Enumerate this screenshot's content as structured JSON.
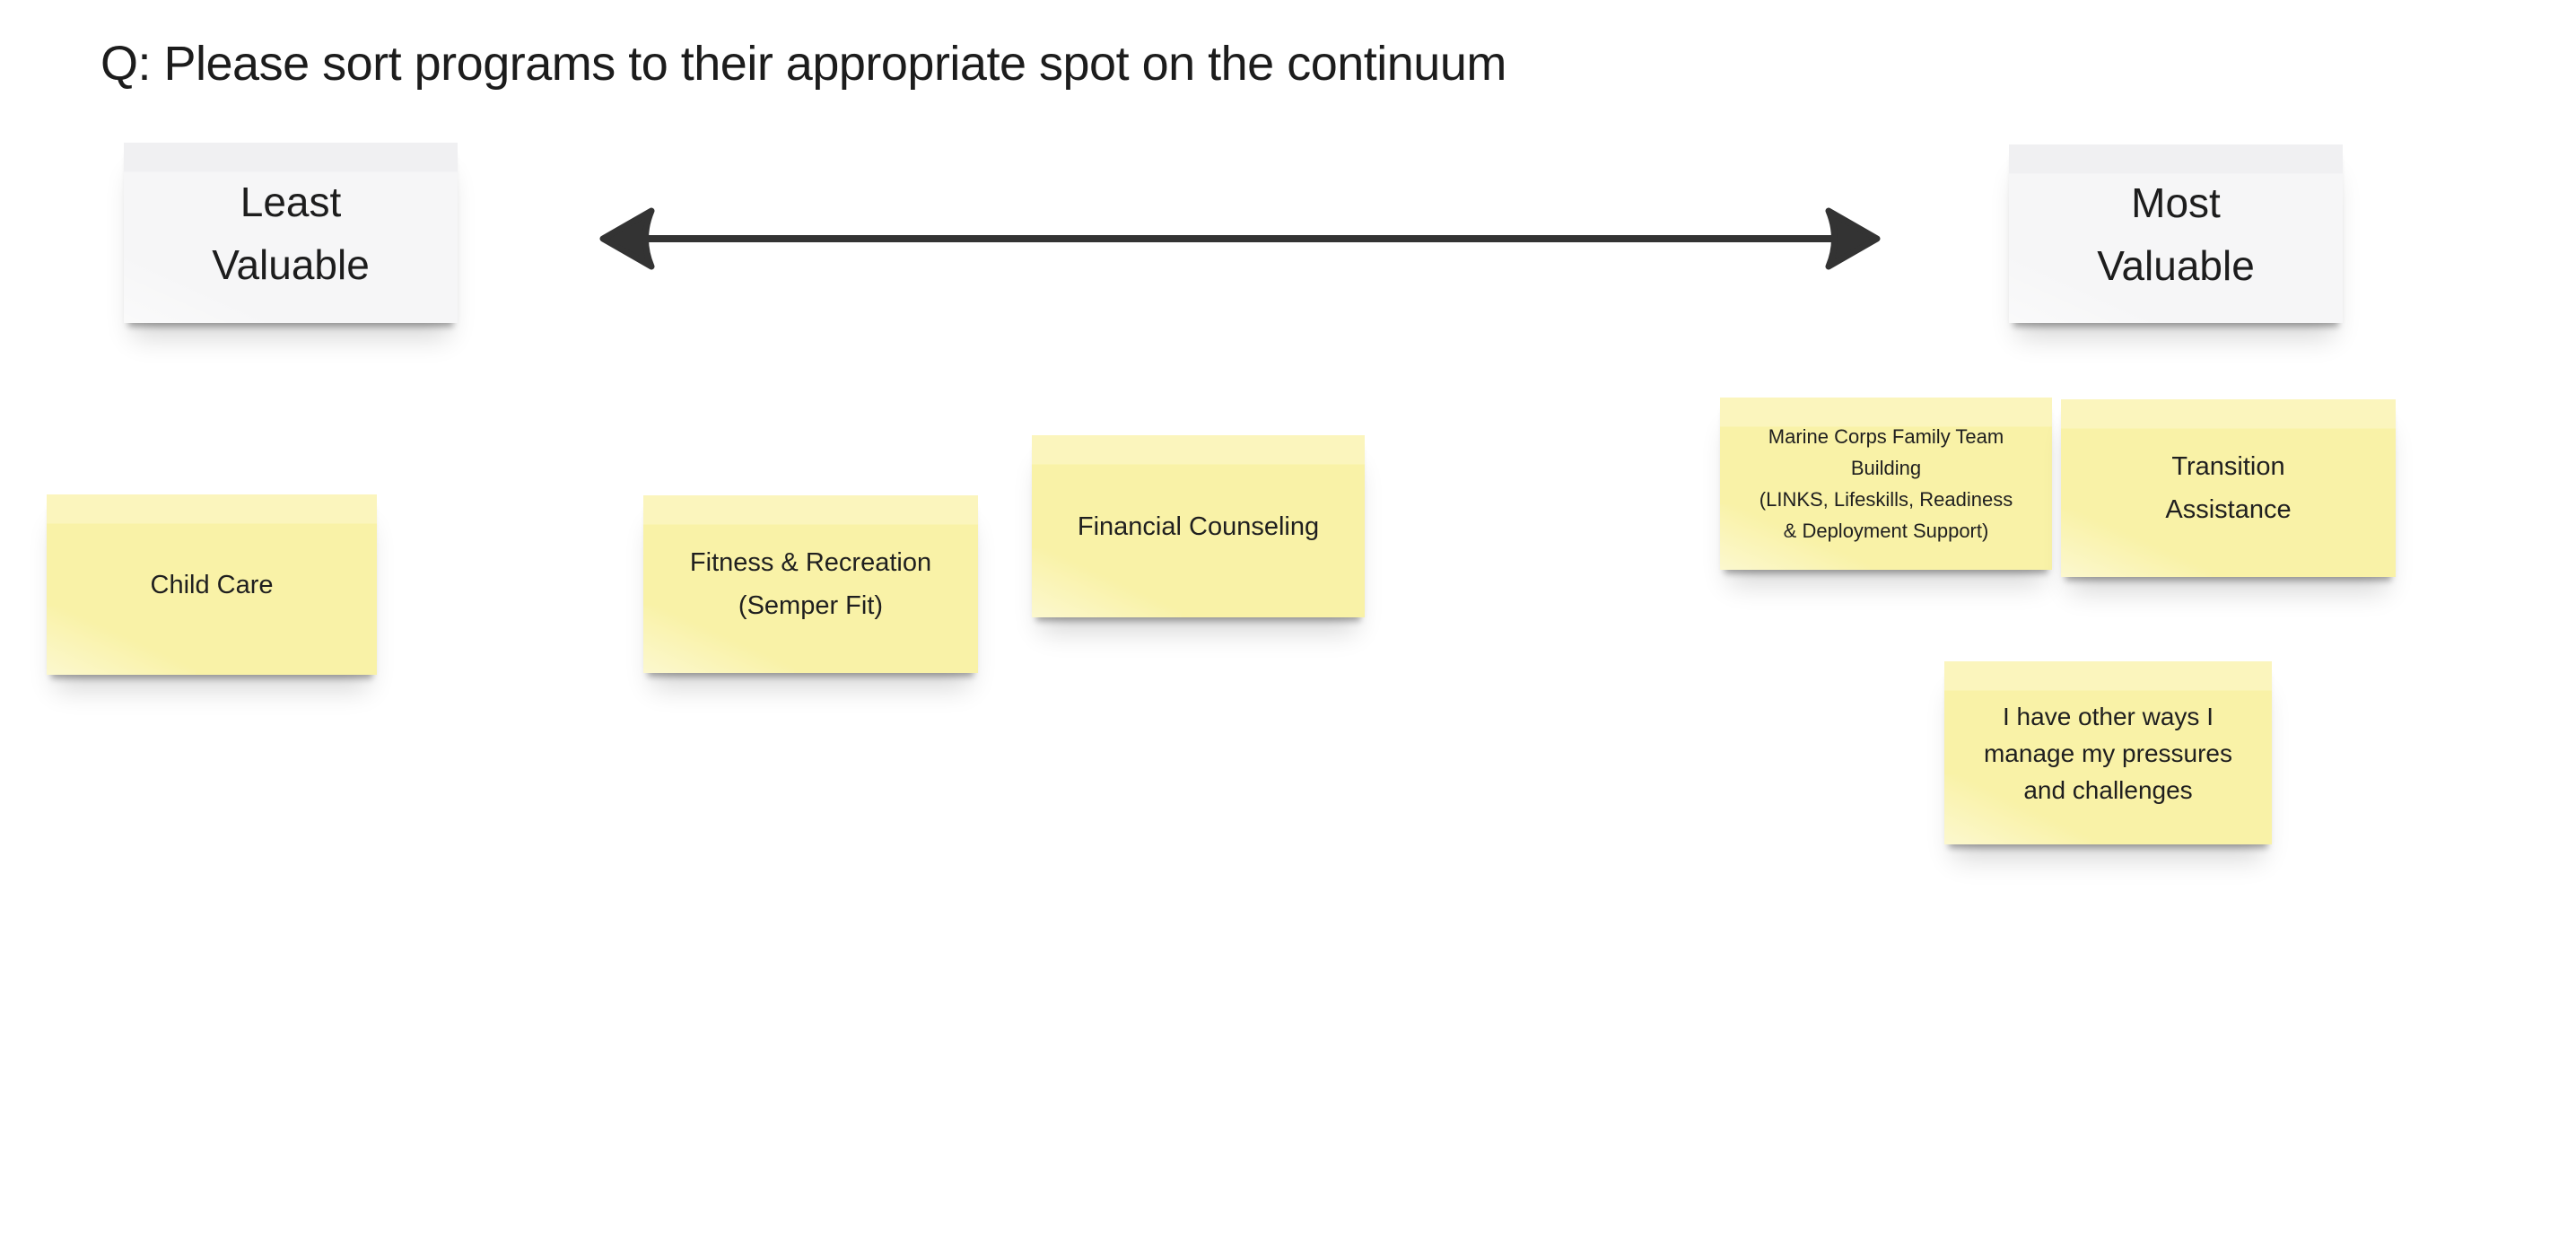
{
  "board": {
    "title": "Q: Please sort programs to their appropriate spot on the continuum"
  },
  "continuum": {
    "left_anchor": {
      "lines": [
        "Least",
        "Valuable"
      ]
    },
    "right_anchor": {
      "lines": [
        "Most",
        "Valuable"
      ]
    },
    "arrow": {
      "style": "double-headed",
      "color": "#333333"
    }
  },
  "notes": {
    "child_care": {
      "lines": [
        "Child Care"
      ]
    },
    "fitness_recreation": {
      "lines": [
        "Fitness & Recreation",
        "(Semper Fit)"
      ]
    },
    "financial_counseling": {
      "lines": [
        "Financial Counseling"
      ]
    },
    "marine_corps_family_team_building": {
      "lines": [
        "Marine Corps Family Team",
        "Building",
        "(LINKS, Lifeskills, Readiness",
        "& Deployment Support)"
      ]
    },
    "transition_assistance": {
      "lines": [
        "Transition",
        "Assistance"
      ]
    },
    "other_ways": {
      "lines": [
        "I have other ways I",
        "manage my pressures",
        "and challenges"
      ]
    }
  },
  "colors": {
    "background": "#ffffff",
    "sticky_yellow": "#f9f2a7",
    "sticky_yellow_top": "#fbf5bd",
    "sticky_white": "#f6f6f7",
    "sticky_white_top": "#f0f0f2",
    "text": "#1f1f1f",
    "arrow": "#333333"
  }
}
